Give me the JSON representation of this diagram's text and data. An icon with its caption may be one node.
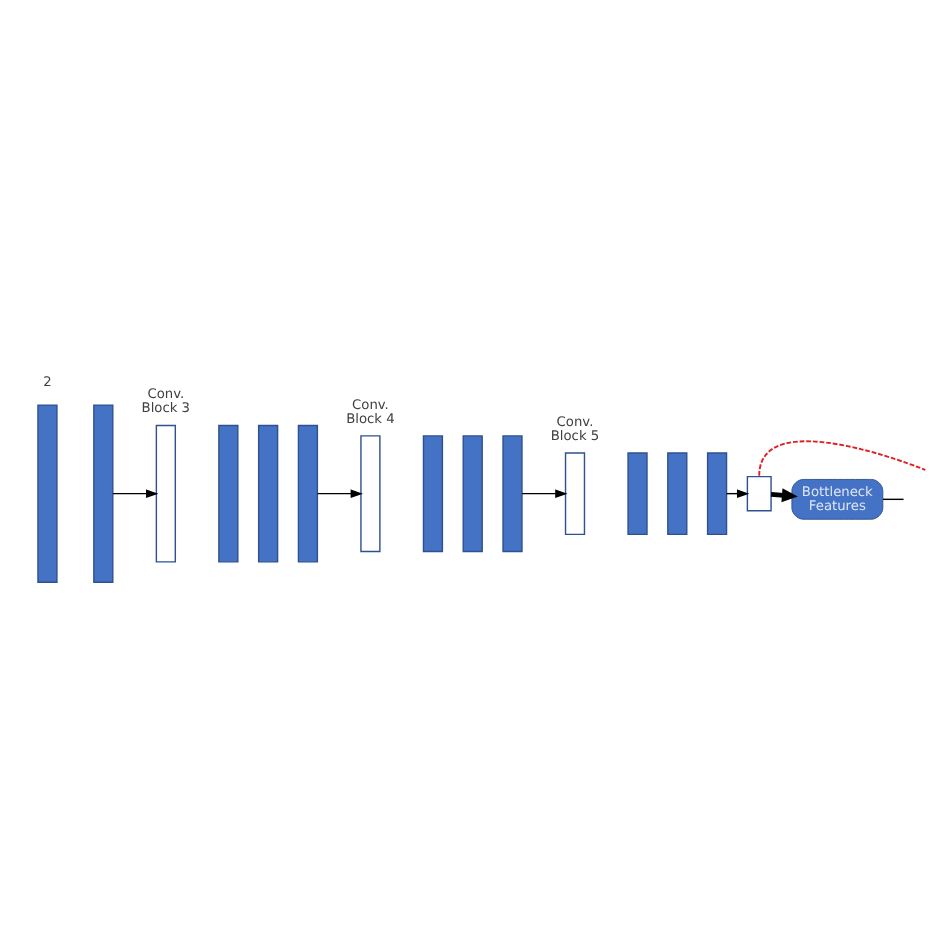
{
  "diagram": {
    "nodes": [
      {
        "text": [],
        "shape": "bar"
      },
      {
        "text": [],
        "shape": "bar"
      },
      {
        "text": [],
        "shape": "bar"
      },
      {
        "text": [],
        "shape": "bar"
      },
      {
        "text": [],
        "shape": "bar"
      },
      {
        "text": [],
        "shape": "bar"
      },
      {
        "text": [],
        "shape": "bar"
      },
      {
        "text": [],
        "shape": "bar"
      },
      {
        "text": [],
        "shape": "bar"
      },
      {
        "text": [],
        "shape": "bar"
      },
      {
        "text": [],
        "shape": "bar"
      },
      {
        "text": [],
        "shape": "bar"
      },
      {
        "text": [],
        "shape": "bar"
      },
      {
        "text": [],
        "shape": "bar"
      },
      {
        "text": [],
        "shape": "box"
      },
      {
        "text": [
          "Bottleneck Features"
        ]
      }
    ],
    "edges": [
      {
        "from": 1,
        "to": 2,
        "arrow": "to"
      },
      {
        "from": 5,
        "to": 6,
        "arrow": "to"
      },
      {
        "from": 9,
        "to": 10,
        "arrow": "to"
      },
      {
        "from": 13,
        "to": 14,
        "arrow": "to"
      },
      {
        "from": 14,
        "to": 15,
        "arrow": "to",
        "style": "thick"
      },
      {
        "from": 14,
        "to": null,
        "arrow": "none",
        "style": "dashed",
        "color": "#e02020"
      },
      {
        "from": 15,
        "to": null,
        "arrow": "none"
      }
    ],
    "labels": [
      "2",
      "Conv. Block 3",
      "Conv. Block 4",
      "Conv. Block 5"
    ]
  }
}
